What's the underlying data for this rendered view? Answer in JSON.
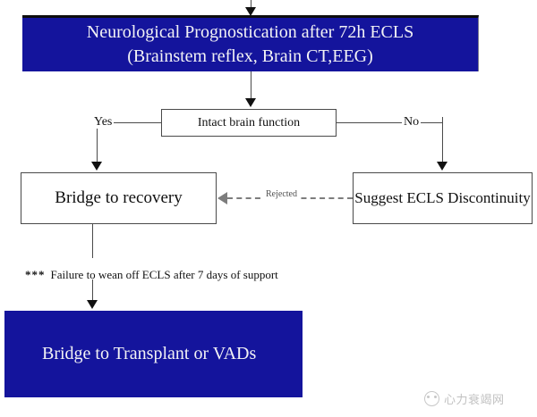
{
  "diagram": {
    "title": "Neurological Prognostication after 72h ECLS flowchart",
    "colors": {
      "blue_fill": "#14149c",
      "blue_text": "#f2f2f5",
      "box_border": "#4a4a4a",
      "dashed_arrow": "#7d7d7d",
      "watermark": "#8e8e8e"
    },
    "nodes": {
      "prognostication": {
        "line1": "Neurological Prognostication after 72h ECLS",
        "line2": "(Brainstem reflex, Brain CT,EEG)",
        "style": "blue-filled"
      },
      "intact_brain_function": {
        "label": "Intact brain function",
        "style": "white-outlined"
      },
      "bridge_to_recovery": {
        "label": "Bridge to recovery",
        "style": "white-outlined"
      },
      "suggest_ecls_discontinuity": {
        "label": "Suggest ECLS Discontinuity",
        "style": "white-outlined"
      },
      "bridge_to_transplant": {
        "label": "Bridge to Transplant or VADs",
        "style": "blue-filled"
      }
    },
    "edges": {
      "yes_label": "Yes",
      "no_label": "No",
      "rejected_label": "Rejected"
    },
    "footnote": {
      "stars": "***",
      "text": "Failure to wean off ECLS after 7 days of support"
    },
    "watermark": {
      "icon": "paw-logo-icon",
      "text": "心力衰竭网"
    }
  }
}
